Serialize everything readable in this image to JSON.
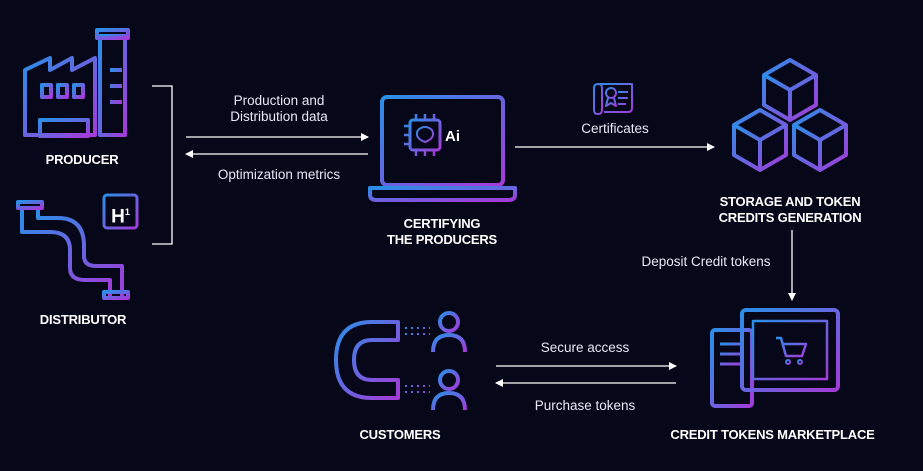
{
  "nodes": {
    "producer": {
      "label": "PRODUCER"
    },
    "distributor": {
      "label": "DISTRIBUTOR",
      "badge": "H",
      "badge_sup": "1"
    },
    "certifier": {
      "label": "CERTIFYING\nTHE PRODUCERS",
      "chip_label": "Ai"
    },
    "storage": {
      "label": "STORAGE AND TOKEN\nCREDITS GENERATION"
    },
    "customers": {
      "label": "CUSTOMERS"
    },
    "marketplace": {
      "label": "CREDIT TOKENS MARKETPLACE"
    }
  },
  "edges": {
    "production_data": "Production and\nDistribution data",
    "optimization_metrics": "Optimization metrics",
    "certificates": "Certificates",
    "deposit_tokens": "Deposit Credit tokens",
    "secure_access": "Secure access",
    "purchase_tokens": "Purchase tokens"
  },
  "icons": {
    "producer": "factory-icon",
    "distributor": "pipe-icon",
    "certifier": "laptop-ai-chip-icon",
    "certificate": "certificate-scroll-icon",
    "storage": "cubes-icon",
    "customers": "magnet-users-icon",
    "marketplace": "computer-cart-icon"
  },
  "colors": {
    "background": "#07071a",
    "gradient_start": "#2a8fe8",
    "gradient_end": "#a43bd8",
    "line": "#ffffff"
  }
}
